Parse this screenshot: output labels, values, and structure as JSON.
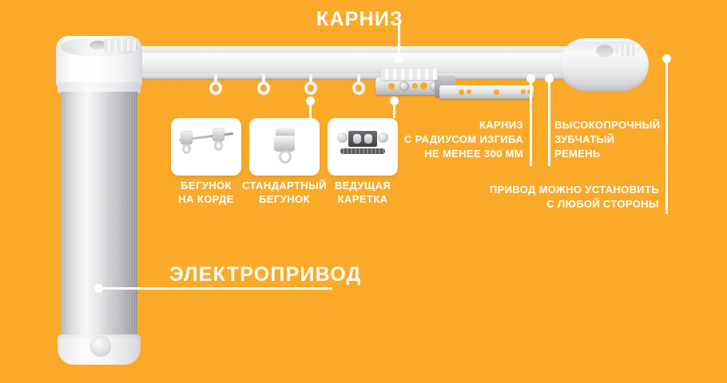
{
  "theme": {
    "background": "#FAAA28",
    "text_color": "#FFFFFF",
    "card_background": "#FFFFFF"
  },
  "diagram": {
    "title_label": "КАРНИЗ",
    "motor_label": "ЭЛЕКТРОПРИВОД"
  },
  "cards": [
    {
      "icon": "cord-glider-icon",
      "caption_line1": "БЕГУНОК",
      "caption_line2": "НА КОРДЕ"
    },
    {
      "icon": "standard-glider-icon",
      "caption_line1": "СТАНДАРТНЫЙ",
      "caption_line2": "БЕГУНОК"
    },
    {
      "icon": "drive-carriage-icon",
      "caption_line1": "ВЕДУЩАЯ",
      "caption_line2": "КАРЕТКА"
    }
  ],
  "annotations": [
    {
      "name": "bend-radius",
      "align": "right",
      "lines": [
        "КАРНИЗ",
        "С РАДИУСОМ ИЗГИБА",
        "НЕ МЕНЕЕ 300 ММ"
      ]
    },
    {
      "name": "toothed-belt",
      "align": "left",
      "lines": [
        "ВЫСОКОПРОЧНЫЙ",
        "ЗУБЧАТЫЙ",
        "РЕМЕНЬ"
      ]
    },
    {
      "name": "mount-either-side",
      "align": "right",
      "lines": [
        "ПРИВОД МОЖНО УСТАНОВИТЬ",
        "С ЛЮБОЙ СТОРОНЫ"
      ]
    }
  ]
}
